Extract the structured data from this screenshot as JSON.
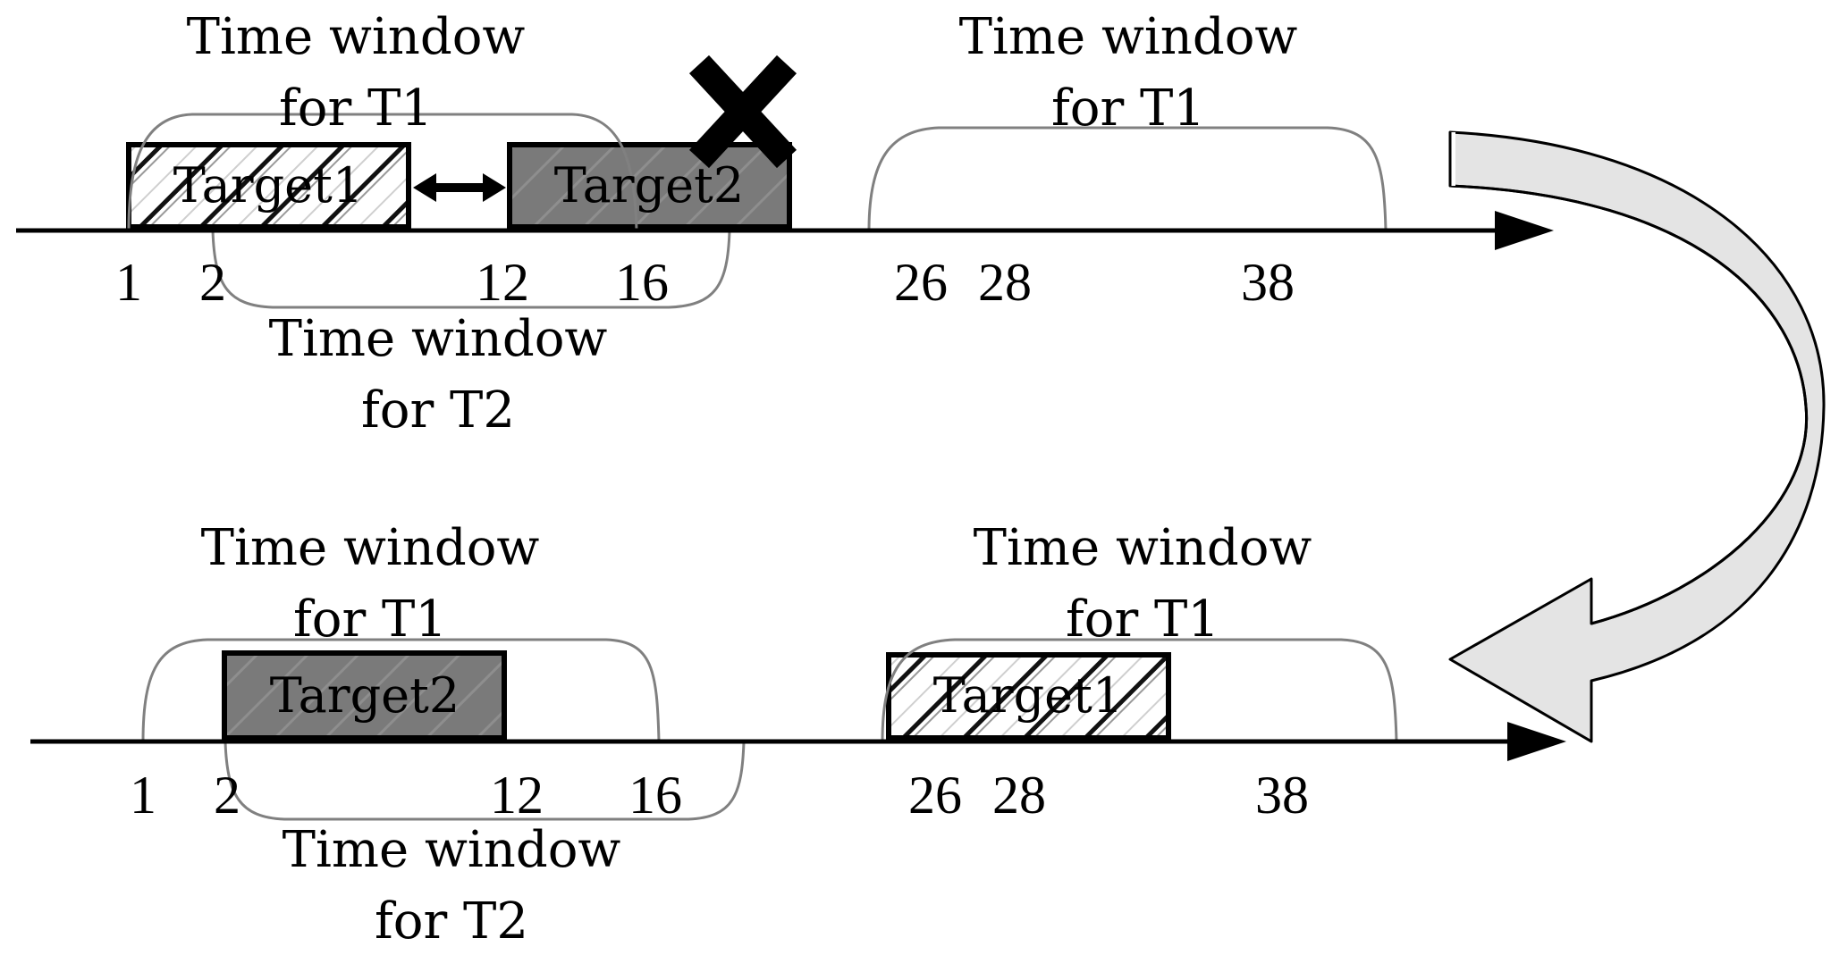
{
  "top_panel": {
    "target1_label": "Target1",
    "target2_label": "Target2",
    "window_t1_a_line1": "Time window",
    "window_t1_a_line2": "for T1",
    "window_t1_b_line1": "Time window",
    "window_t1_b_line2": "for T1",
    "window_t2_line1": "Time window",
    "window_t2_line2": "for T2",
    "ticks": [
      "1",
      "2",
      "12",
      "16",
      "26",
      "28",
      "38"
    ]
  },
  "bottom_panel": {
    "target1_label": "Target1",
    "target2_label": "Target2",
    "window_t1_a_line1": "Time window",
    "window_t1_a_line2": "for T1",
    "window_t1_b_line1": "Time window",
    "window_t1_b_line2": "for T1",
    "window_t2_line1": "Time window",
    "window_t2_line2": "for T2",
    "ticks": [
      "1",
      "2",
      "12",
      "16",
      "26",
      "28",
      "38"
    ]
  },
  "colors": {
    "target2_fill": "#7a7a7a",
    "bracket_stroke": "#808080",
    "curved_arrow_fill": "#e4e4e4"
  },
  "icons": {
    "reject_mark": "x-mark-icon",
    "swap_arrow": "double-arrow-icon",
    "transition_arrow": "curved-arrow-icon"
  }
}
